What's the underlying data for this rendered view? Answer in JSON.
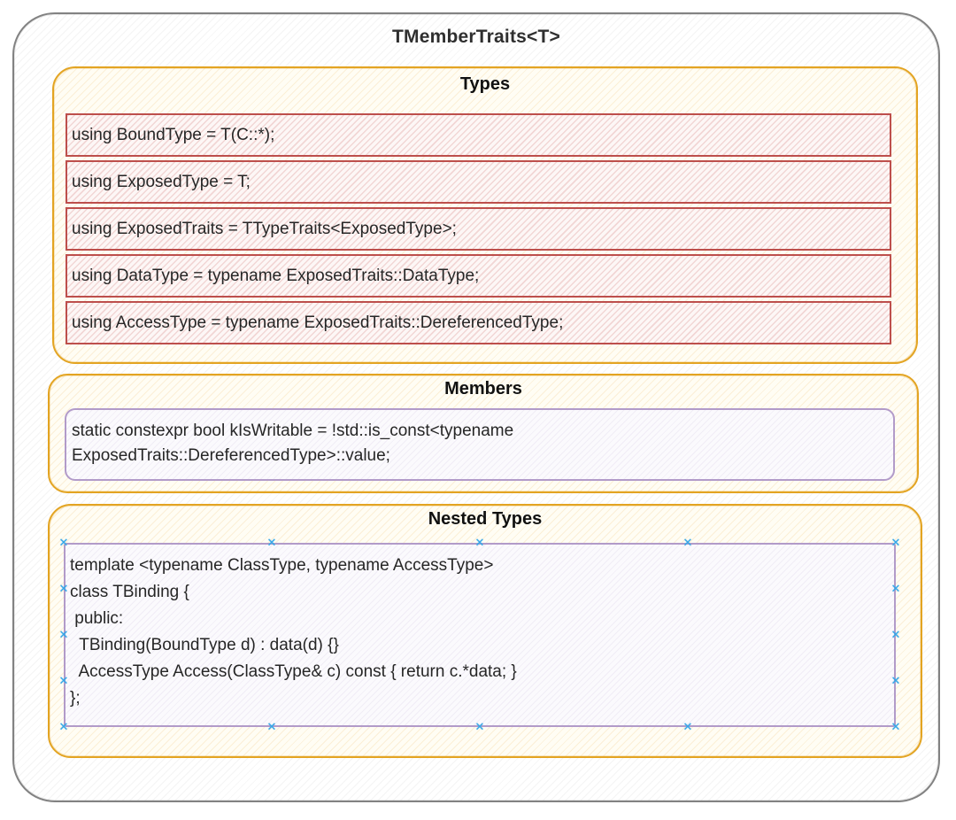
{
  "diagram": {
    "title": "TMemberTraits<T>",
    "colors": {
      "outer_border": "#828282",
      "section_border": "#e3a422",
      "type_row_border": "#bd4f4c",
      "code_box_border": "#b29bc9",
      "selection_handle": "#36a7e8",
      "text": "#262626"
    },
    "sections": {
      "types": {
        "title": "Types",
        "rows": [
          "using BoundType = T(C::*);",
          "using ExposedType = T;",
          "using ExposedTraits = TTypeTraits<ExposedType>;",
          "using DataType = typename ExposedTraits::DataType;",
          "using AccessType = typename ExposedTraits::DereferencedType;"
        ]
      },
      "members": {
        "title": "Members",
        "code": "static constexpr bool kIsWritable = !std::is_const<typename\nExposedTraits::DereferencedType>::value;"
      },
      "nested_types": {
        "title": "Nested Types",
        "code": "template <typename ClassType, typename AccessType>\nclass TBinding {\n public:\n  TBinding(BoundType d) : data(d) {}\n  AccessType Access(ClassType& c) const { return c.*data; }\n};"
      }
    },
    "handle_glyph": "✕"
  }
}
